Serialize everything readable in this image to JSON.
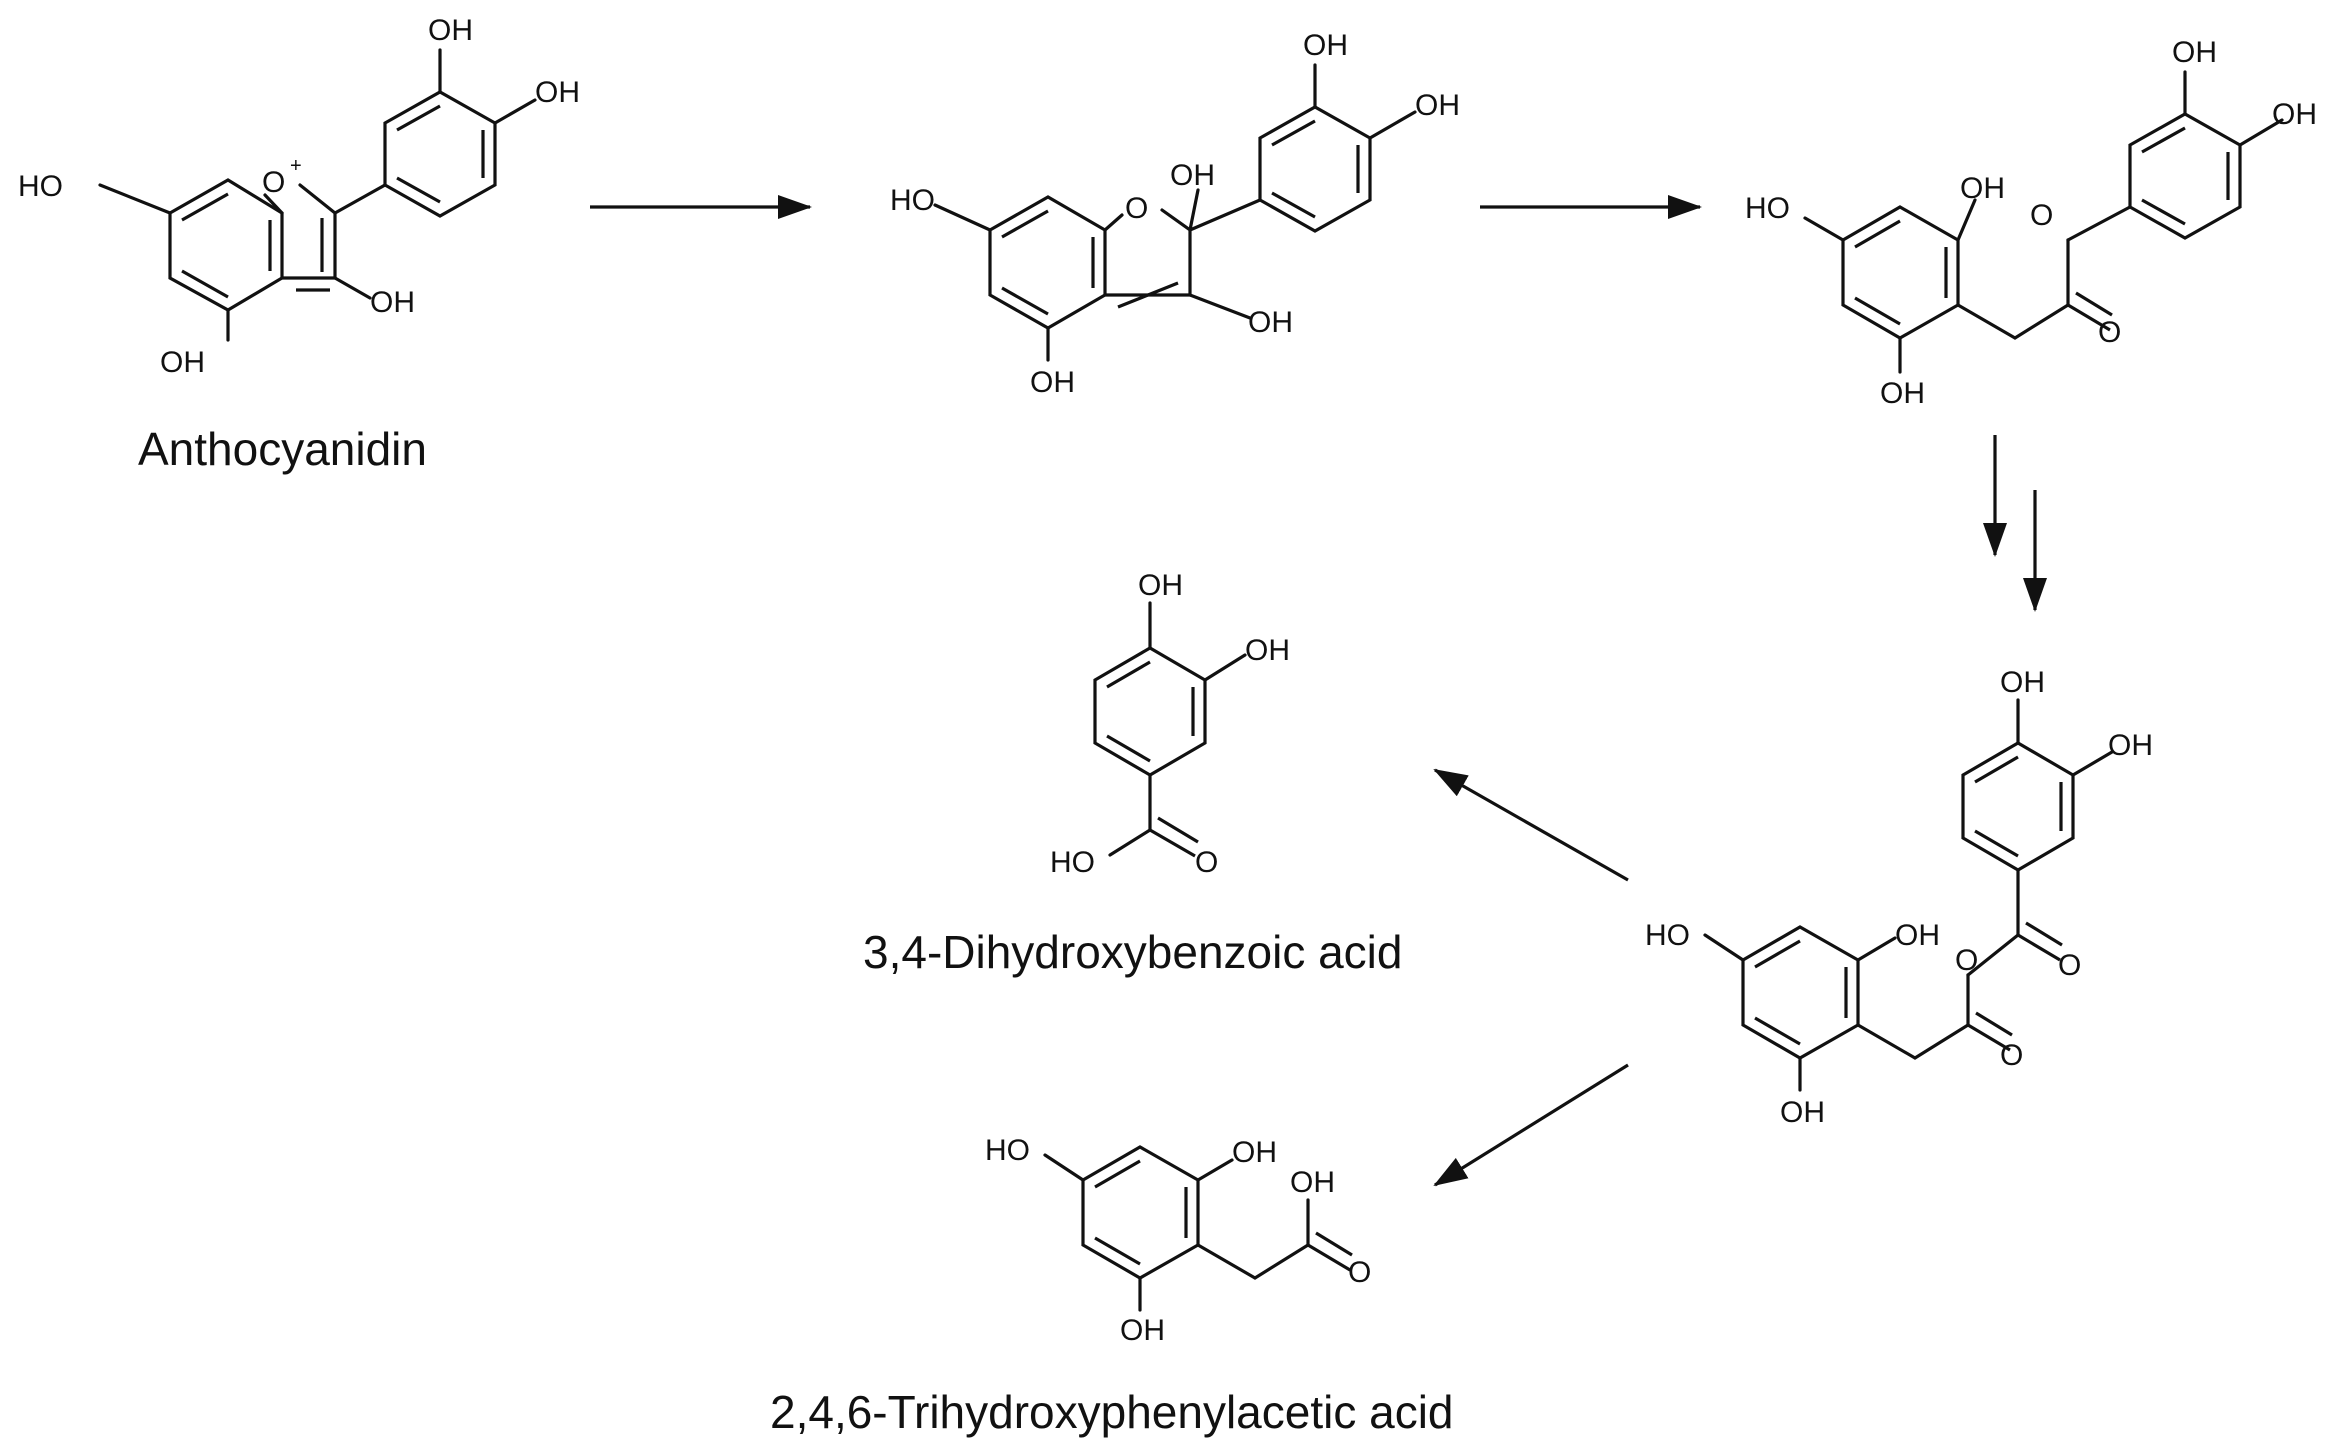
{
  "labels": {
    "oh": "OH",
    "ho": "HO",
    "o": "O",
    "o_plus": "O",
    "plus": "+"
  },
  "captions": {
    "anthocyanidin": "Anthocyanidin",
    "dihydroxybenzoic": "3,4-Dihydroxybenzoic acid",
    "trihydroxyphenylacetic": "2,4,6-Trihydroxyphenylacetic acid"
  },
  "colors": {
    "ink": "#111111",
    "background": "#ffffff"
  }
}
